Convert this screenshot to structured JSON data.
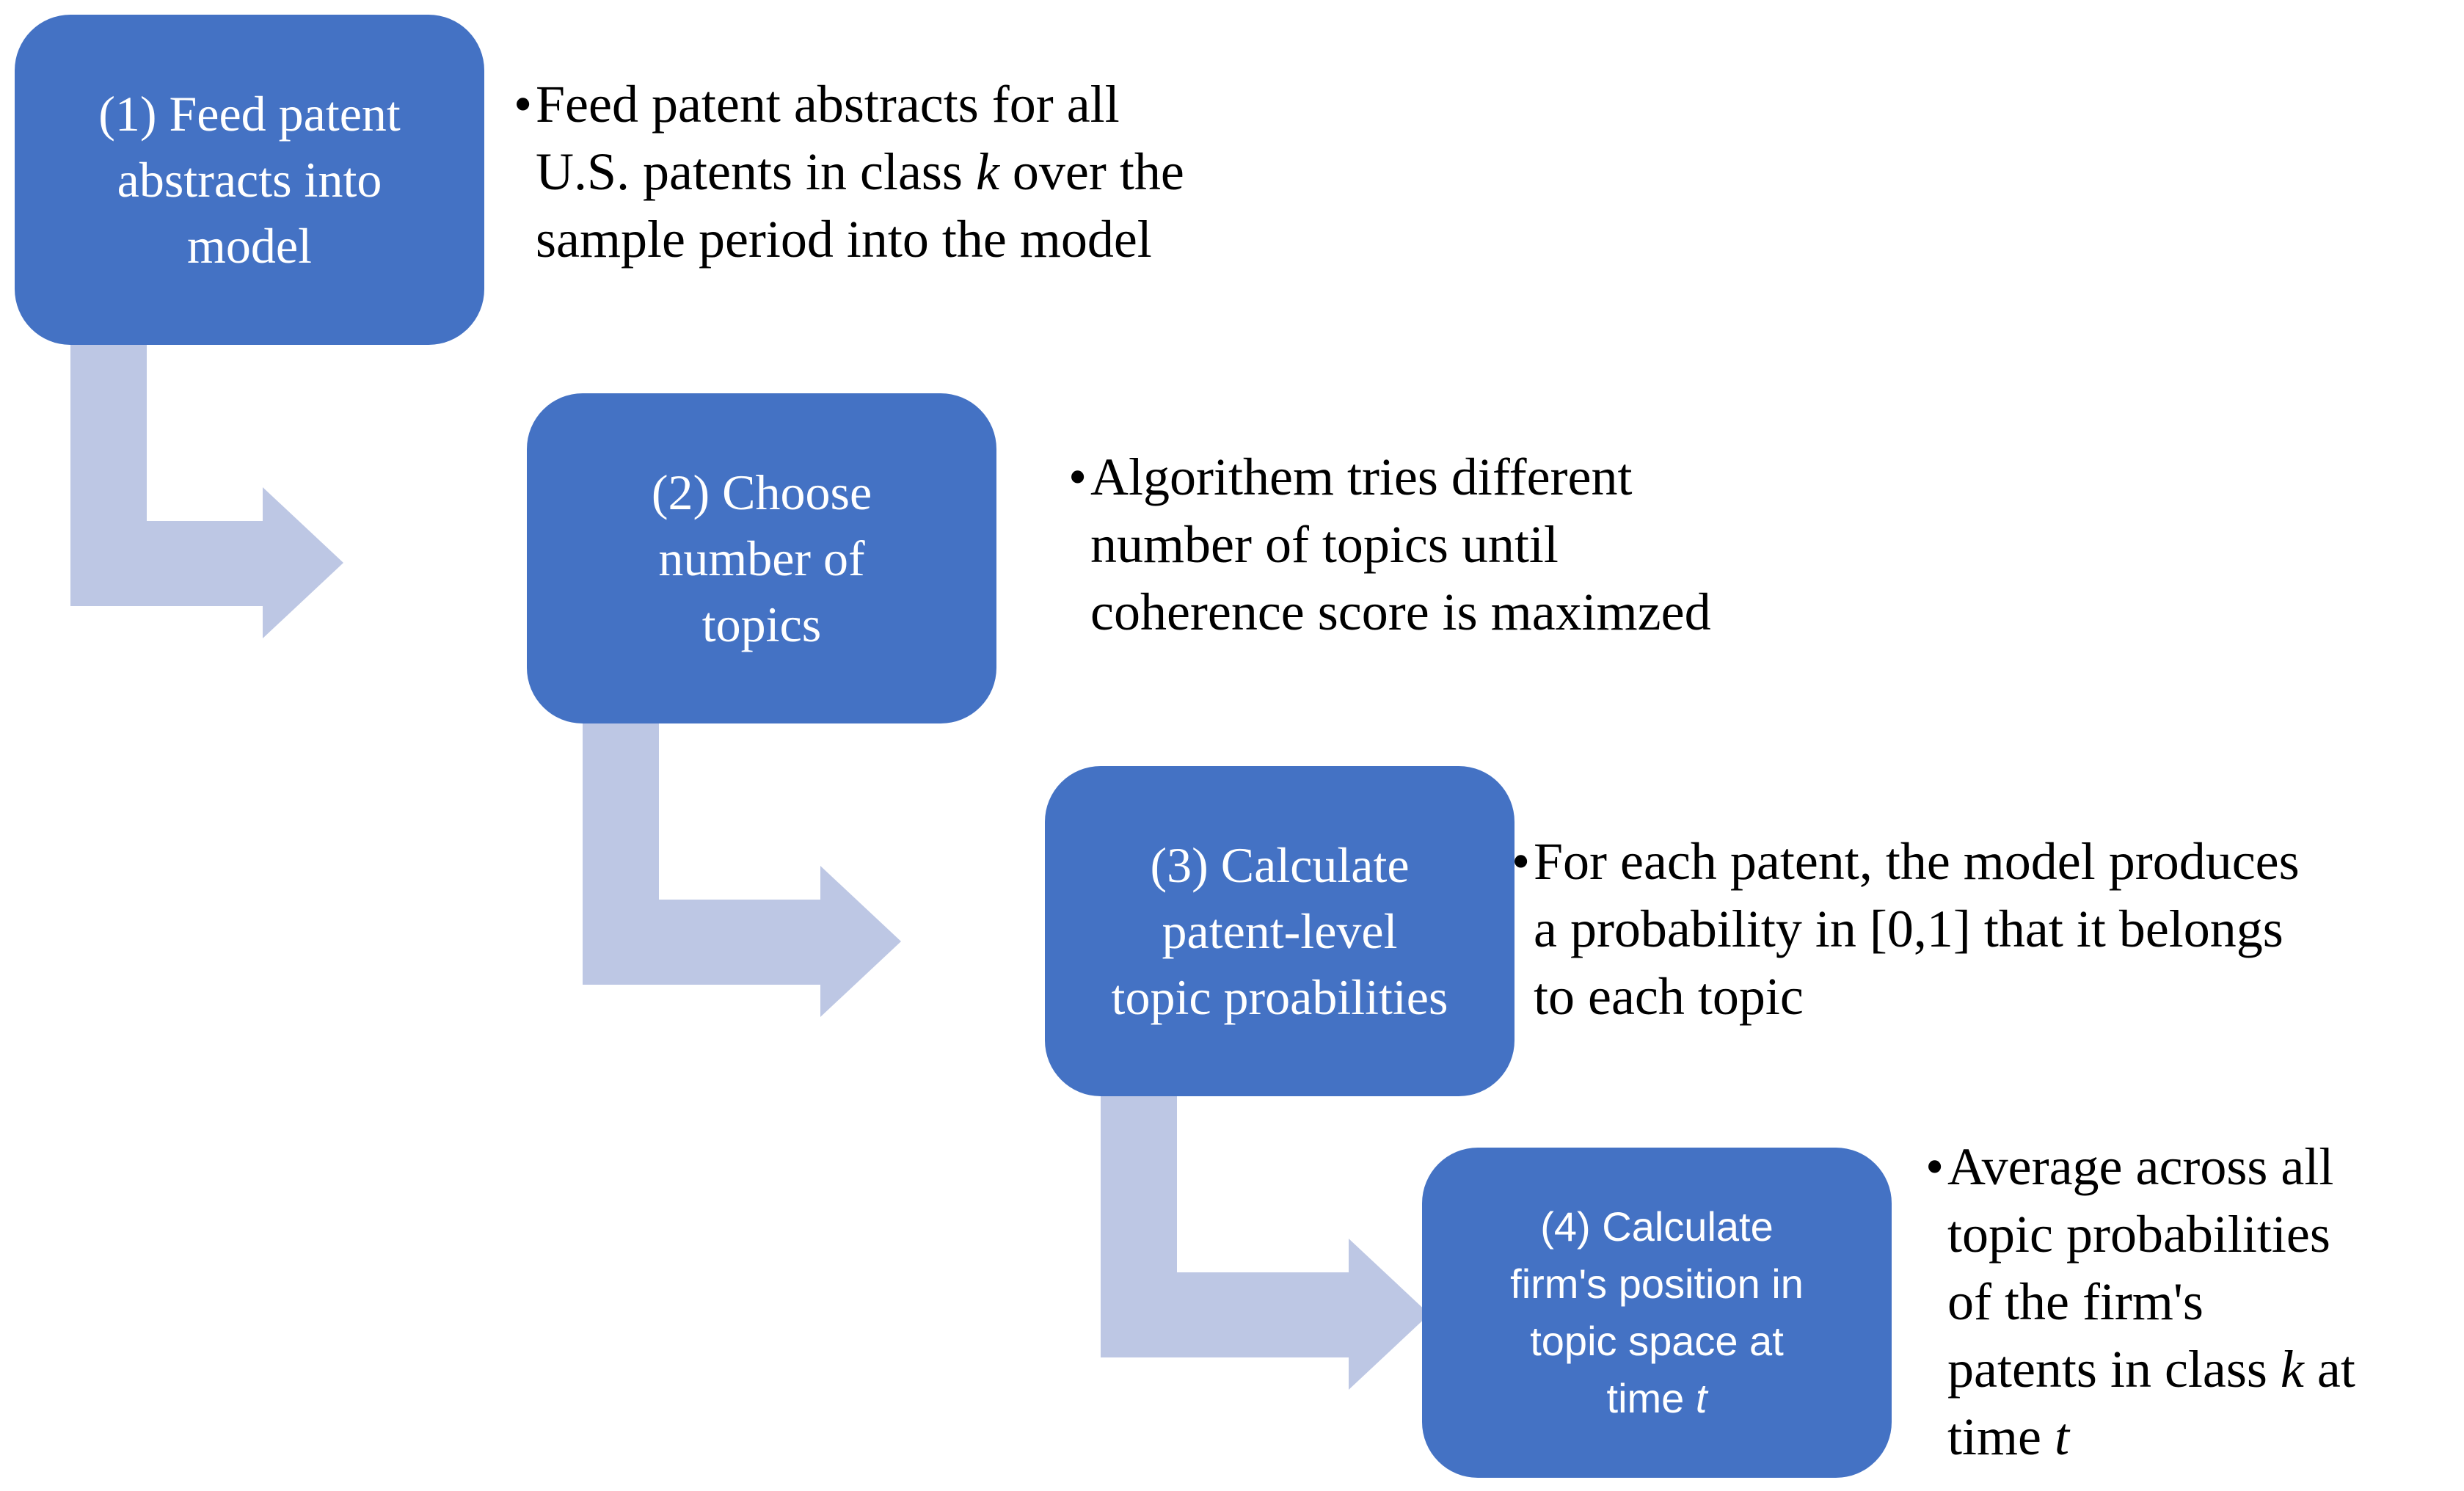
{
  "figure": {
    "background": "#ffffff",
    "box_fill": "#4472C4",
    "box_text_color": "#ffffff",
    "arrow_fill": "#BDC7E4",
    "bullet_color": "#000000",
    "bullet_char": "•"
  },
  "steps": [
    {
      "id": 1,
      "box_lines": [
        [
          {
            "t": "(1) Feed patent"
          }
        ],
        [
          {
            "t": "abstracts into"
          }
        ],
        [
          {
            "t": "model"
          }
        ]
      ],
      "bullet_lines": [
        [
          {
            "t": "Feed patent abstracts for all"
          }
        ],
        [
          {
            "t": "U.S. patents in class "
          },
          {
            "t": "k",
            "i": true
          },
          {
            "t": " over the"
          }
        ],
        [
          {
            "t": "sample period into the model"
          }
        ]
      ]
    },
    {
      "id": 2,
      "box_lines": [
        [
          {
            "t": "(2) Choose"
          }
        ],
        [
          {
            "t": "number of"
          }
        ],
        [
          {
            "t": "topics"
          }
        ]
      ],
      "bullet_lines": [
        [
          {
            "t": "Algorithem tries different"
          }
        ],
        [
          {
            "t": "number of topics until"
          }
        ],
        [
          {
            "t": "coherence score is maximzed"
          }
        ]
      ]
    },
    {
      "id": 3,
      "box_lines": [
        [
          {
            "t": "(3) Calculate"
          }
        ],
        [
          {
            "t": "patent-level"
          }
        ],
        [
          {
            "t": "topic proabilities"
          }
        ]
      ],
      "bullet_lines": [
        [
          {
            "t": "For each patent, the model produces"
          }
        ],
        [
          {
            "t": "a probability in [0,1] that it belongs"
          }
        ],
        [
          {
            "t": "to each topic"
          }
        ]
      ]
    },
    {
      "id": 4,
      "box_lines": [
        [
          {
            "t": "(4) Calculate"
          }
        ],
        [
          {
            "t": "firm's position in"
          }
        ],
        [
          {
            "t": "topic space at"
          }
        ],
        [
          {
            "t": "time "
          },
          {
            "t": "t",
            "i": true
          }
        ]
      ],
      "bullet_lines": [
        [
          {
            "t": "Average across all"
          }
        ],
        [
          {
            "t": "topic probabilities"
          }
        ],
        [
          {
            "t": "of the firm's"
          }
        ],
        [
          {
            "t": "patents in class "
          },
          {
            "t": "k",
            "i": true
          },
          {
            "t": " at"
          }
        ],
        [
          {
            "t": "time "
          },
          {
            "t": "t",
            "i": true
          }
        ]
      ]
    }
  ]
}
